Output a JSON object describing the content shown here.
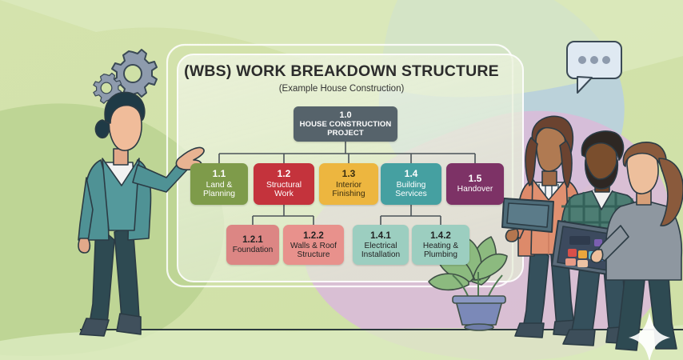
{
  "header": {
    "title": "(WBS) WORK BREAKDOWN STRUCTURE",
    "subtitle": "(Example House Construction)"
  },
  "chart_data": {
    "type": "diagram",
    "diagram_kind": "work-breakdown-structure",
    "title": "(WBS) WORK BREAKDOWN STRUCTURE",
    "subtitle": "(Example House Construction)",
    "levels": 3,
    "nodes": [
      {
        "id": "1.0",
        "code": "1.0",
        "label": "HOUSE CONSTRUCTION PROJECT",
        "level": 0,
        "parent": null,
        "color": "#56636b",
        "text_color": "#ffffff"
      },
      {
        "id": "1.1",
        "code": "1.1",
        "label": "Land & Planning",
        "level": 1,
        "parent": "1.0",
        "color": "#7e9b4a",
        "text_color": "#ffffff"
      },
      {
        "id": "1.2",
        "code": "1.2",
        "label": "Structural Work",
        "level": 1,
        "parent": "1.0",
        "color": "#c4333c",
        "text_color": "#ffffff"
      },
      {
        "id": "1.3",
        "code": "1.3",
        "label": "Interior Finishing",
        "level": 1,
        "parent": "1.0",
        "color": "#edb63f",
        "text_color": "#3a2e10"
      },
      {
        "id": "1.4",
        "code": "1.4",
        "label": "Building Services",
        "level": 1,
        "parent": "1.0",
        "color": "#45a0a1",
        "text_color": "#ffffff"
      },
      {
        "id": "1.5",
        "code": "1.5",
        "label": "Handover",
        "level": 1,
        "parent": "1.0",
        "color": "#7d3266",
        "text_color": "#ffffff"
      },
      {
        "id": "1.2.1",
        "code": "1.2.1",
        "label": "Foundation",
        "level": 2,
        "parent": "1.2",
        "color": "#dc8684",
        "text_color": "#232323"
      },
      {
        "id": "1.2.2",
        "code": "1.2.2",
        "label": "Walls & Roof Structure",
        "level": 2,
        "parent": "1.2",
        "color": "#e8918c",
        "text_color": "#232323"
      },
      {
        "id": "1.4.1",
        "code": "1.4.1",
        "label": "Electrical Installation",
        "level": 2,
        "parent": "1.4",
        "color": "#9ccec0",
        "text_color": "#232323"
      },
      {
        "id": "1.4.2",
        "code": "1.4.2",
        "label": "Heating & Plumbing",
        "level": 2,
        "parent": "1.4",
        "color": "#9ccec0",
        "text_color": "#232323"
      }
    ]
  },
  "nodes": {
    "root": {
      "code": "1.0",
      "line1": "HOUSE CONSTRUCTION",
      "line2": "PROJECT"
    },
    "n11": {
      "code": "1.1",
      "line1": "Land &",
      "line2": "Planning"
    },
    "n12": {
      "code": "1.2",
      "line1": "Structural",
      "line2": "Work"
    },
    "n13": {
      "code": "1.3",
      "line1": "Interior",
      "line2": "Finishing"
    },
    "n14": {
      "code": "1.4",
      "line1": "Building",
      "line2": "Services"
    },
    "n15": {
      "code": "1.5",
      "line1": "Handover",
      "line2": ""
    },
    "n121": {
      "code": "1.2.1",
      "line1": "Foundation",
      "line2": ""
    },
    "n122": {
      "code": "1.2.2",
      "line1": "Walls & Roof",
      "line2": "Structure"
    },
    "n141": {
      "code": "1.4.1",
      "line1": "Electrical",
      "line2": "Installation"
    },
    "n142": {
      "code": "1.4.2",
      "line1": "Heating &",
      "line2": "Plumbing"
    }
  },
  "decor": {
    "gears_icon": "gears-icon",
    "speech_bubble_icon": "speech-bubble-icon",
    "sparkle_icon": "sparkle-icon",
    "plant_icon": "potted-plant-icon",
    "people": [
      {
        "name": "presenter-woman-pointing",
        "description": "woman in teal blazer pointing at chart"
      },
      {
        "name": "woman-with-clipboard",
        "description": "woman in coral jacket holding a tablet"
      },
      {
        "name": "bearded-man-with-tablet",
        "description": "man in checked shirt holding a tablet"
      },
      {
        "name": "woman-ponytail-pointing-tablet",
        "description": "woman in grey sweater pointing at the tablet"
      }
    ]
  },
  "palette": {
    "background_green": "#cfe0a6",
    "background_light": "#dfe9c4",
    "blob_blue": "#b6cfe4",
    "blob_pink": "#d8b9d6",
    "panel": "#e8f0d8",
    "connector_line": "#4b5358",
    "floor_line": "#2c3a3d"
  }
}
